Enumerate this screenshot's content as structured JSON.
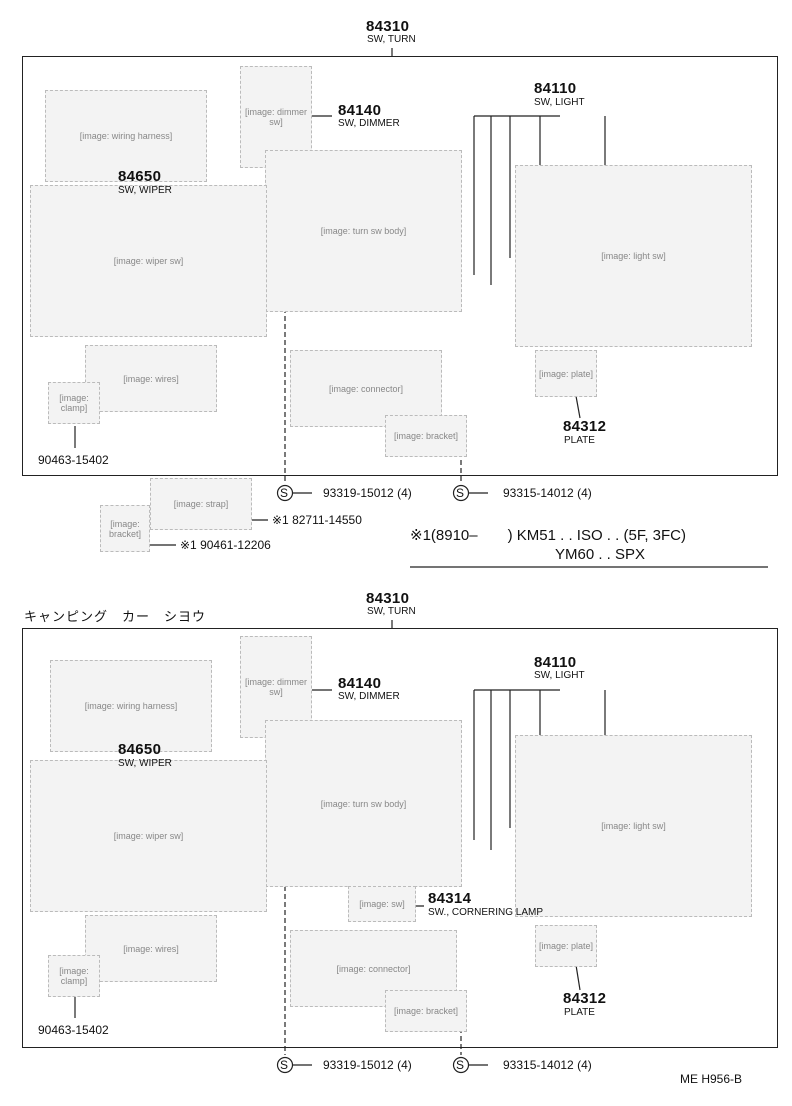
{
  "top": {
    "turn_no": "84310",
    "turn_name": "SW, TURN",
    "dimmer_no": "84140",
    "dimmer_name": "SW, DIMMER",
    "light_no": "84110",
    "light_name": "SW, LIGHT",
    "wiper_no": "84650",
    "wiper_name": "SW, WIPER",
    "plate_no": "84312",
    "plate_name": "PLATE",
    "clamp_no": "90463-15402",
    "screw1": "93319-15012 (4)",
    "screw2": "93315-14012 (4)",
    "extra1": "※1 82711-14550",
    "extra2": "※1 90461-12206",
    "note_line1": "※1(8910–　　) KM51 . . ISO . . (5F, 3FC)",
    "note_line2": "YM60 . . SPX"
  },
  "bottom": {
    "heading": "キャンピング　カー　シヨウ",
    "turn_no": "84310",
    "turn_name": "SW, TURN",
    "dimmer_no": "84140",
    "dimmer_name": "SW, DIMMER",
    "light_no": "84110",
    "light_name": "SW, LIGHT",
    "wiper_no": "84650",
    "wiper_name": "SW, WIPER",
    "corner_no": "84314",
    "corner_name": "SW., CORNERING LAMP",
    "plate_no": "84312",
    "plate_name": "PLATE",
    "clamp_no": "90463-15402",
    "screw1": "93319-15012 (4)",
    "screw2": "93315-14012 (4)"
  },
  "symbol_s": "S",
  "footer": "ME  H956-B"
}
